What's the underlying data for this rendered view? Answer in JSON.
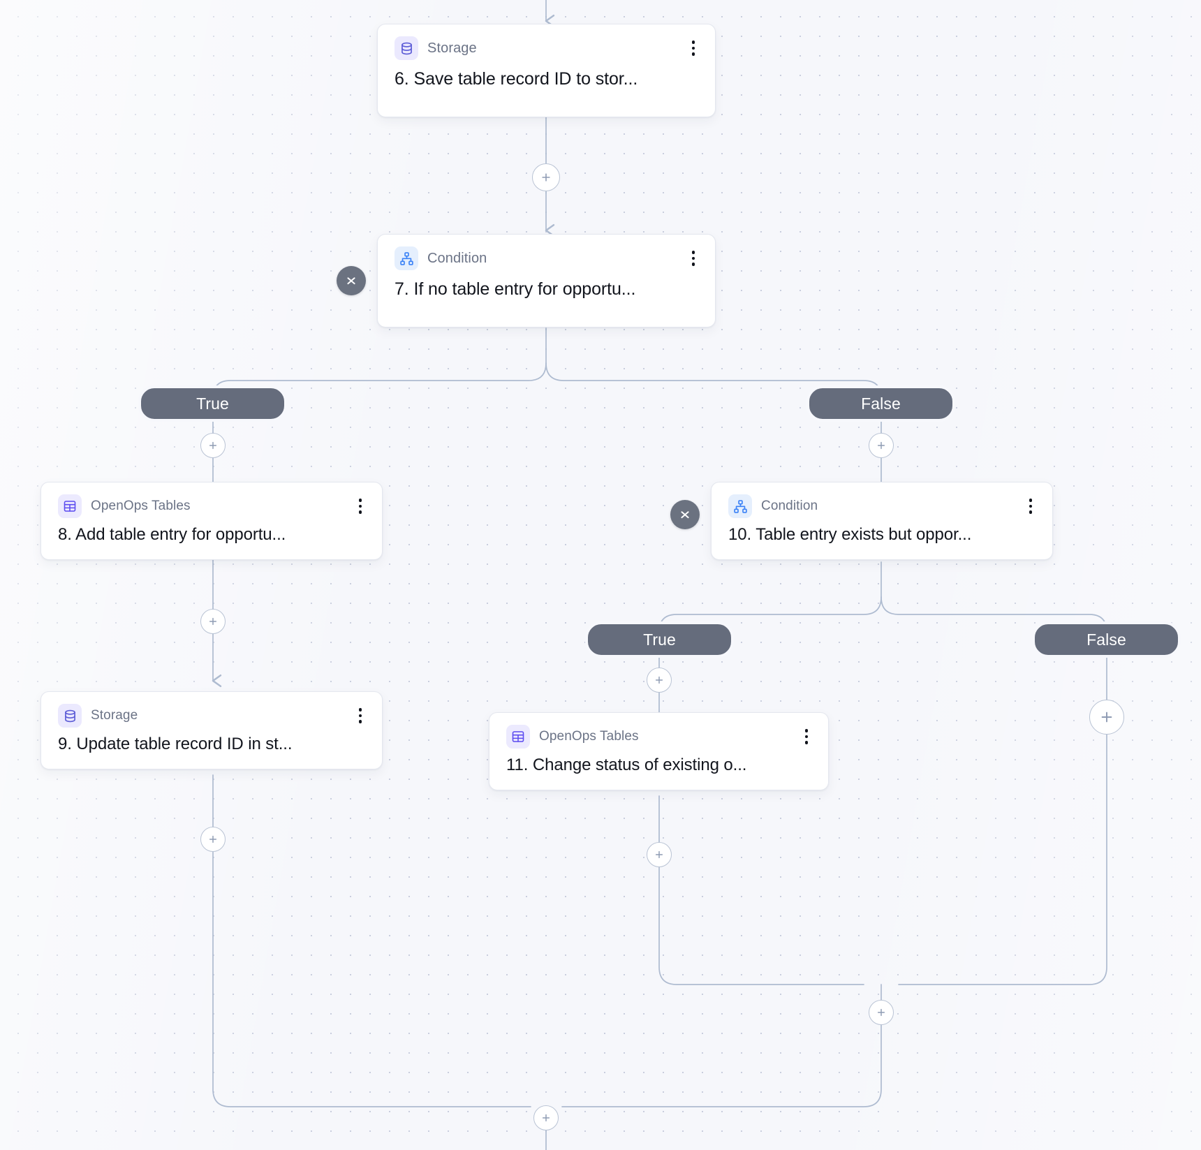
{
  "canvas": {
    "background_color": "#f6f7fb",
    "dot_color": "#c9cede",
    "edge_color": "#aebbd0"
  },
  "theme": {
    "node_bg": "#ffffff",
    "node_border": "#e4e7ef",
    "piece_label_color": "#6b7386",
    "title_color": "#12151d",
    "branch_pill_bg": "#656c7c",
    "branch_pill_text": "#ffffff",
    "collapse_bg": "#6b7280",
    "storage_icon_color": "#5b5bd6",
    "tables_icon_color": "#5b4bf0",
    "condition_icon_color": "#3b82f6"
  },
  "nodes": [
    {
      "id": "step6",
      "piece": "Storage",
      "icon": "database-icon",
      "title": "6. Save table record ID to stor...",
      "kebab": "more-options-icon"
    },
    {
      "id": "step7",
      "piece": "Condition",
      "icon": "branch-hierarchy-icon",
      "title": "7. If no table entry for opportu...",
      "kebab": "more-options-icon",
      "collapse_icon": "collapse-chevrons-icon"
    },
    {
      "id": "step8",
      "piece": "OpenOps Tables",
      "icon": "table-grid-icon",
      "title": "8. Add table entry for opportu...",
      "kebab": "more-options-icon"
    },
    {
      "id": "step9",
      "piece": "Storage",
      "icon": "database-icon",
      "title": "9. Update table record ID in st...",
      "kebab": "more-options-icon"
    },
    {
      "id": "step10",
      "piece": "Condition",
      "icon": "branch-hierarchy-icon",
      "title": "10. Table entry exists but oppor...",
      "kebab": "more-options-icon",
      "collapse_icon": "collapse-chevrons-icon"
    },
    {
      "id": "step11",
      "piece": "OpenOps Tables",
      "icon": "table-grid-icon",
      "title": "11. Change status of existing o...",
      "kebab": "more-options-icon"
    }
  ],
  "branch_labels": [
    {
      "id": "b7-true",
      "label": "True"
    },
    {
      "id": "b7-false",
      "label": "False"
    },
    {
      "id": "b10-true",
      "label": "True"
    },
    {
      "id": "b10-false",
      "label": "False"
    }
  ],
  "add_buttons": [
    {
      "id": "add-after-6",
      "label": "+"
    },
    {
      "id": "add-branch-7-true",
      "label": "+"
    },
    {
      "id": "add-branch-7-false",
      "label": "+"
    },
    {
      "id": "add-after-8",
      "label": "+"
    },
    {
      "id": "add-after-9",
      "label": "+"
    },
    {
      "id": "add-branch-10-true",
      "label": "+"
    },
    {
      "id": "add-branch-10-false",
      "label": "+"
    },
    {
      "id": "add-after-11",
      "label": "+"
    },
    {
      "id": "add-merge-10",
      "label": "+"
    },
    {
      "id": "add-merge-7",
      "label": "+"
    }
  ]
}
